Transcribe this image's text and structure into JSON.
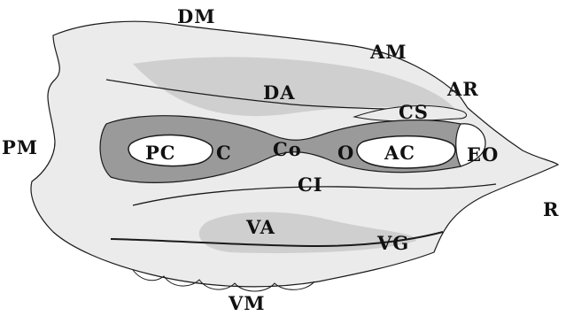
{
  "colors": {
    "background": "#ffffff",
    "outline": "#1a1a1a",
    "light_stipple": "#ebebeb",
    "mid_stipple": "#cfcfcf",
    "dark_stipple": "#9a9a9a",
    "cavity_fill": "#ffffff"
  },
  "labels": {
    "dm": "DM",
    "am": "AM",
    "ar": "AR",
    "da": "DA",
    "cs": "CS",
    "eo": "EO",
    "pm": "PM",
    "pc": "PC",
    "c": "C",
    "co": "Co",
    "o": "O",
    "ac": "AC",
    "ci": "CI",
    "r": "R",
    "va": "VA",
    "vg": "VG",
    "vm": "VM"
  }
}
